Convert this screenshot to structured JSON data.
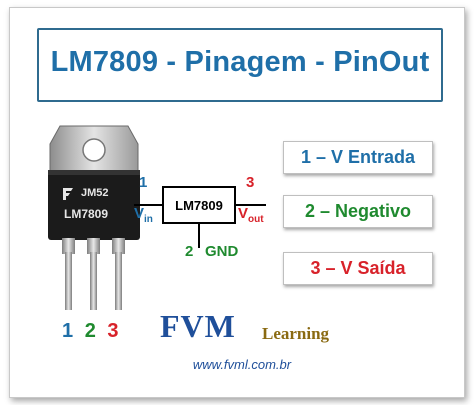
{
  "title": {
    "part": "LM7809",
    "separator1": " - ",
    "pinagem": "Pinagem",
    "separator2": " - ",
    "pinout": "PinOut"
  },
  "package": {
    "marking_logo": "JM52",
    "marking_part": "LM7809"
  },
  "symbol": {
    "chip_label": "LM7809",
    "pin1_num": "1",
    "pin1_label": "V",
    "pin1_sub": "in",
    "pin3_num": "3",
    "pin3_label": "V",
    "pin3_sub": "out",
    "pin2_num": "2",
    "pin2_label": "GND"
  },
  "legend": [
    {
      "text": "1 – V Entrada",
      "color": "#1f6fa8"
    },
    {
      "text": "2 – Negativo",
      "color": "#1f8a2f"
    },
    {
      "text": "3 – V Saída",
      "color": "#d8222a"
    }
  ],
  "bottom_pins": [
    {
      "num": "1",
      "color": "#1f6fa8"
    },
    {
      "num": "2",
      "color": "#1f8a2f"
    },
    {
      "num": "3",
      "color": "#d8222a"
    }
  ],
  "brand": {
    "name": "FVM",
    "tagline": "Learning",
    "url": "www.fvml.com.br"
  },
  "colors": {
    "blue": "#1f6fa8",
    "green": "#1f8a2f",
    "red": "#d8222a",
    "brand_blue": "#1f4f9a",
    "brand_gold": "#8a6a12"
  }
}
